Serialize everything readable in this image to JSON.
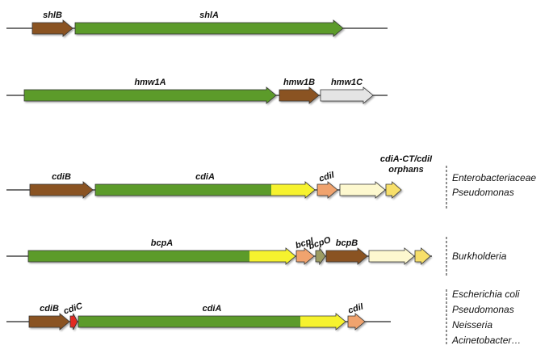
{
  "colors": {
    "green": "#5b9b2a",
    "brown": "#8a5320",
    "grey": "#e4e4e4",
    "yellow": "#f6f22e",
    "salmon": "#f0a36e",
    "pale": "#fdf8cf",
    "lightyellow": "#f7df6a",
    "olive": "#9c9c62",
    "red": "#e22a22"
  },
  "operons": [
    {
      "genes": [
        {
          "label": "shlB",
          "color": "brown"
        },
        {
          "label": "shlA",
          "color": "green"
        }
      ]
    },
    {
      "genes": [
        {
          "label": "hmw1A",
          "color": "green"
        },
        {
          "label": "hmw1B",
          "color": "brown"
        },
        {
          "label": "hmw1C",
          "color": "grey"
        }
      ]
    },
    {
      "genes": [
        {
          "label": "cdiB",
          "color": "brown"
        },
        {
          "label": "cdiA",
          "color": "green",
          "tail_color": "yellow"
        },
        {
          "label": "cdiI",
          "color": "salmon"
        },
        {
          "label": "",
          "color": "pale"
        },
        {
          "label": "",
          "color": "lightyellow"
        }
      ],
      "annotation": [
        "cdiA-CT/cdiI",
        "orphans"
      ],
      "organisms": [
        "Enterobacteriaceae",
        "Pseudomonas"
      ]
    },
    {
      "genes": [
        {
          "label": "bcpA",
          "color": "green",
          "tail_color": "yellow"
        },
        {
          "label": "bcpI",
          "color": "salmon"
        },
        {
          "label": "bcpO",
          "color": "olive"
        },
        {
          "label": "bcpB",
          "color": "brown"
        },
        {
          "label": "",
          "color": "pale"
        },
        {
          "label": "",
          "color": "lightyellow"
        }
      ],
      "organisms": [
        "Burkholderia"
      ]
    },
    {
      "genes": [
        {
          "label": "cdiB",
          "color": "brown"
        },
        {
          "label": "cdiC",
          "color": "red"
        },
        {
          "label": "cdiA",
          "color": "green",
          "tail_color": "yellow"
        },
        {
          "label": "cdiI",
          "color": "salmon"
        }
      ],
      "organisms": [
        "Escherichia coli",
        "Pseudomonas",
        "Neisseria",
        "Acinetobacter…"
      ]
    }
  ]
}
